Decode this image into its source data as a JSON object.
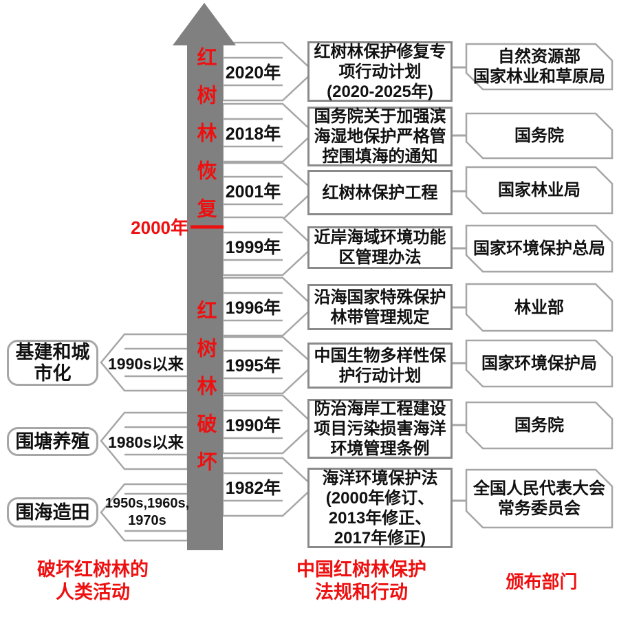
{
  "colors": {
    "red": "#ee1010",
    "timeline_gray": "#808080",
    "border_gray": "#a6a6a6",
    "law_border": "#8a8a8a"
  },
  "timeline": {
    "recovery_label": "红树林恢复",
    "destruction_label": "红树林破坏",
    "year_2000_marker": "2000年"
  },
  "laws": {
    "items": [
      {
        "year": "2020年",
        "law": "红树林保护修复专\n项行动计划\n(2020-2025年)",
        "department": "自然资源部\n国家林业和草原局"
      },
      {
        "year": "2018年",
        "law": "国务院关于加强滨\n海湿地保护严格管\n控围填海的通知",
        "department": "国务院"
      },
      {
        "year": "2001年",
        "law": "红树林保护工程",
        "department": "国家林业局"
      },
      {
        "year": "1999年",
        "law": "近岸海域环境功能\n区管理办法",
        "department": "国家环境保护总局"
      },
      {
        "year": "1996年",
        "law": "沿海国家特殊保护\n林带管理规定",
        "department": "林业部"
      },
      {
        "year": "1995年",
        "law": "中国生物多样性保\n护行动计划",
        "department": "国家环境保护局"
      },
      {
        "year": "1990年",
        "law": "防治海岸工程建设\n项目污染损害海洋\n环境管理条例",
        "department": "国务院"
      },
      {
        "year": "1982年",
        "law": "海洋环境保护法\n(2000年修订、\n2013年修正、\n2017年修正)",
        "department": "全国人民代表大会\n常务委员会"
      }
    ]
  },
  "activities": {
    "items": [
      {
        "era": "1990s以来",
        "label": "基建和城市化"
      },
      {
        "era": "1980s以来",
        "label": "围塘养殖"
      },
      {
        "era": "1950s,1960s,\n1970s",
        "label": "围海造田"
      }
    ]
  },
  "footers": {
    "activities": "破坏红树林的\n人类活动",
    "laws": "中国红树林保护\n法规和行动",
    "departments": "颁布部门"
  }
}
